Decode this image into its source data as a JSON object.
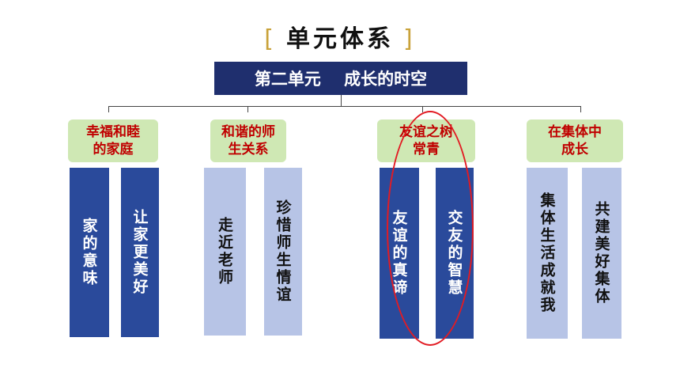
{
  "header": {
    "bracket_left": "[",
    "title": "单元体系",
    "bracket_right": "]"
  },
  "unit": {
    "label": "第二单元    成长的时空"
  },
  "topics": [
    {
      "title_line1": "幸福和睦",
      "title_line2": "的家庭",
      "lessons": [
        "家的意味",
        "让家更美好"
      ]
    },
    {
      "title_line1": "和谐的师",
      "title_line2": "生关系",
      "lessons": [
        "走近老师",
        "珍惜师生情谊"
      ]
    },
    {
      "title_line1": "友谊之树",
      "title_line2": "常青",
      "lessons": [
        "友谊的真谛",
        "交友的智慧"
      ]
    },
    {
      "title_line1": "在集体中",
      "title_line2": "成长",
      "lessons": [
        "集体生活成就我",
        "共建美好集体"
      ]
    }
  ],
  "colors": {
    "unit_bg": "#1f2f6e",
    "topic_bg": "#cfe8b4",
    "topic_text": "#c00000",
    "lesson_dark": "#2a4a9b",
    "lesson_light": "#b7c4e6",
    "highlight": "#e21b23",
    "bracket": "#c9a23a"
  }
}
